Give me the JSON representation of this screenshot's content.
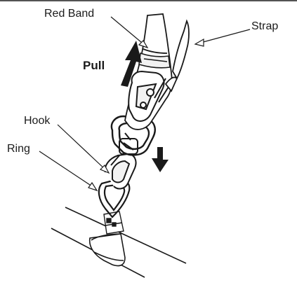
{
  "labels": {
    "red_band": "Red Band",
    "strap": "Strap",
    "pull": "Pull",
    "hook": "Hook",
    "ring": "Ring"
  },
  "colors": {
    "line": "#1a1a1a",
    "fill_light": "#f2f2f2",
    "background": "#ffffff"
  }
}
